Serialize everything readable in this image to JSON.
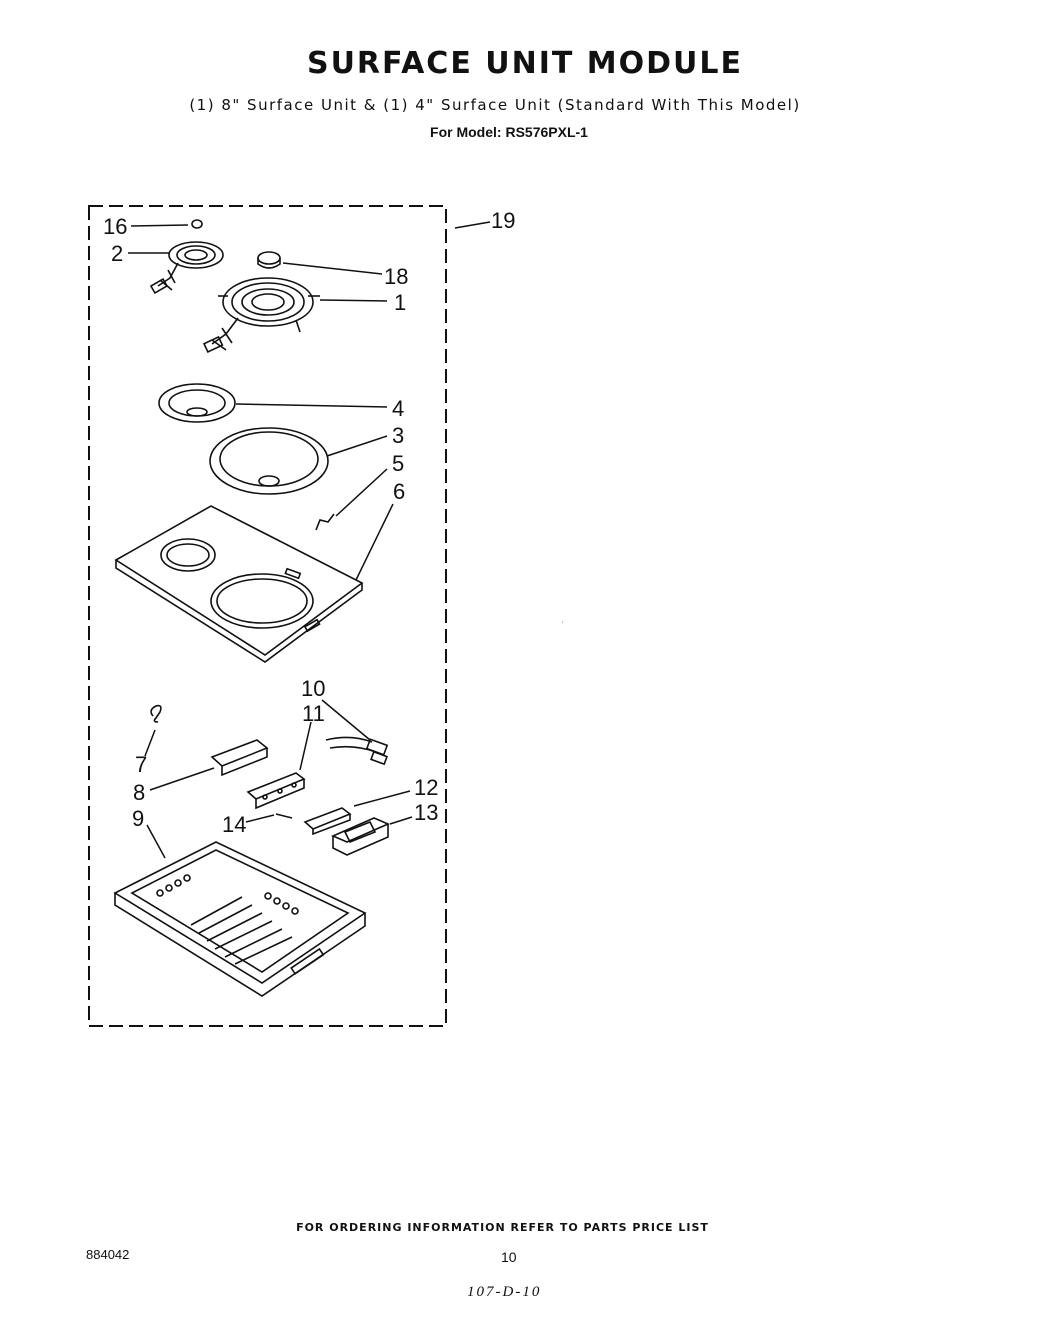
{
  "header": {
    "title": "SURFACE UNIT MODULE",
    "subtitle": "(1) 8\" Surface Unit & (1) 4\" Surface Unit (Standard With This Model)",
    "model_line": "For Model: RS576PXL-1"
  },
  "callouts": {
    "c1": "1",
    "c2": "2",
    "c3": "3",
    "c4": "4",
    "c5": "5",
    "c6": "6",
    "c7": "7",
    "c8": "8",
    "c9": "9",
    "c10": "10",
    "c11": "11",
    "c12": "12",
    "c13": "13",
    "c14": "14",
    "c16": "16",
    "c18": "18",
    "c19": "19"
  },
  "footer": {
    "note": "FOR ORDERING INFORMATION REFER TO PARTS PRICE LIST",
    "doc_number": "884042",
    "page_number": "10",
    "handwritten": "107-D-10"
  }
}
